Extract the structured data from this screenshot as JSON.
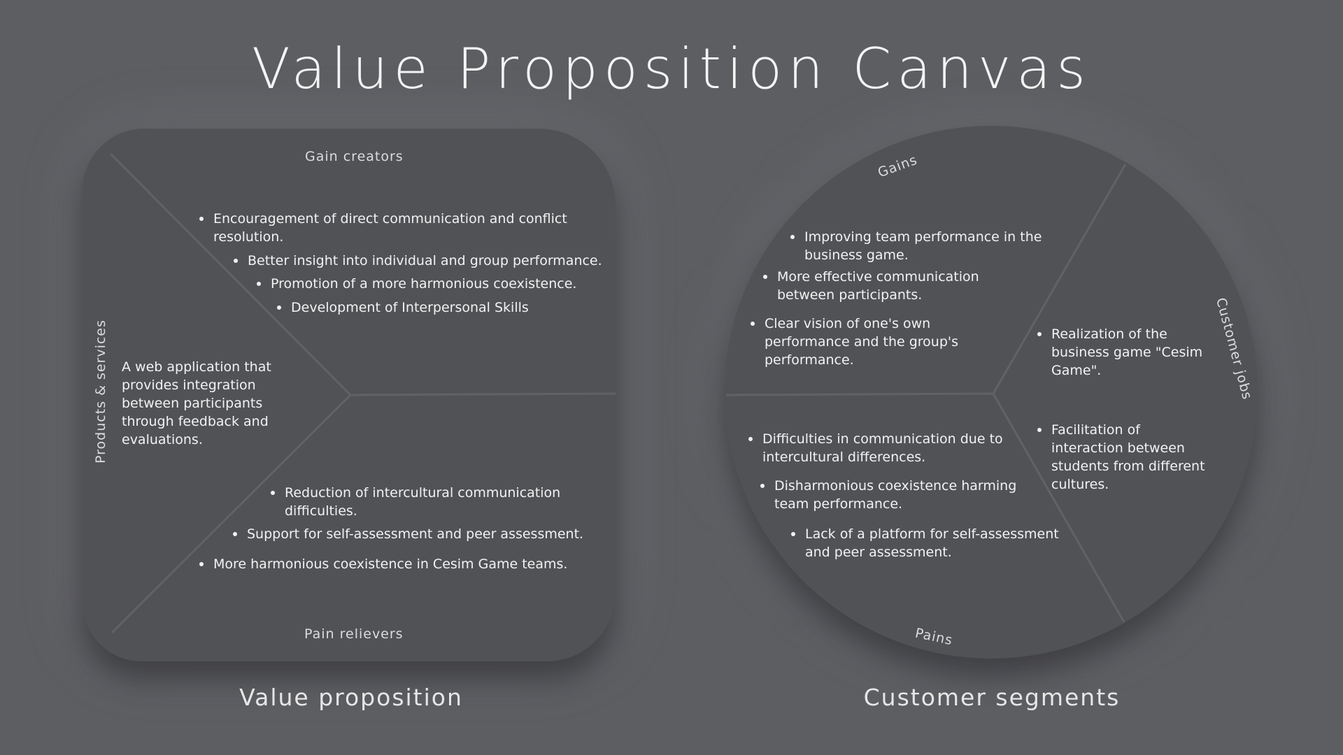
{
  "title": "Value Proposition Canvas",
  "value_proposition": {
    "caption": "Value proposition",
    "gain_creators": {
      "label": "Gain creators",
      "items": [
        "Encouragement of direct communication and conflict resolution.",
        "Better insight into individual and group performance.",
        "Promotion of a more harmonious coexistence.",
        "Development of Interpersonal Skills"
      ]
    },
    "products_services": {
      "label": "Products & services",
      "text": "A web application that provides integration between participants through feedback and evaluations."
    },
    "pain_relievers": {
      "label": "Pain relievers",
      "items": [
        "Reduction of intercultural communication difficulties.",
        "Support for self-assessment and peer assessment.",
        "More harmonious coexistence in Cesim Game teams."
      ]
    }
  },
  "customer_segments": {
    "caption": "Customer segments",
    "gains": {
      "label": "Gains",
      "items": [
        "Improving team performance in the business game.",
        "More effective communication between participants.",
        "Clear vision of one's own performance and the group's performance."
      ]
    },
    "customer_jobs": {
      "label": "Customer jobs",
      "items": [
        "Realization of the business game \"Cesim Game\".",
        "Facilitation of interaction between students from different cultures."
      ]
    },
    "pains": {
      "label": "Pains",
      "items": [
        "Difficulties in communication due to intercultural differences.",
        "Disharmonious coexistence harming team performance.",
        "Lack of a platform for self-assessment and peer assessment."
      ]
    }
  },
  "colors": {
    "background": "#5d5e62",
    "panel": "#515256",
    "divider": "#616266",
    "text": "#f2f2f2"
  }
}
